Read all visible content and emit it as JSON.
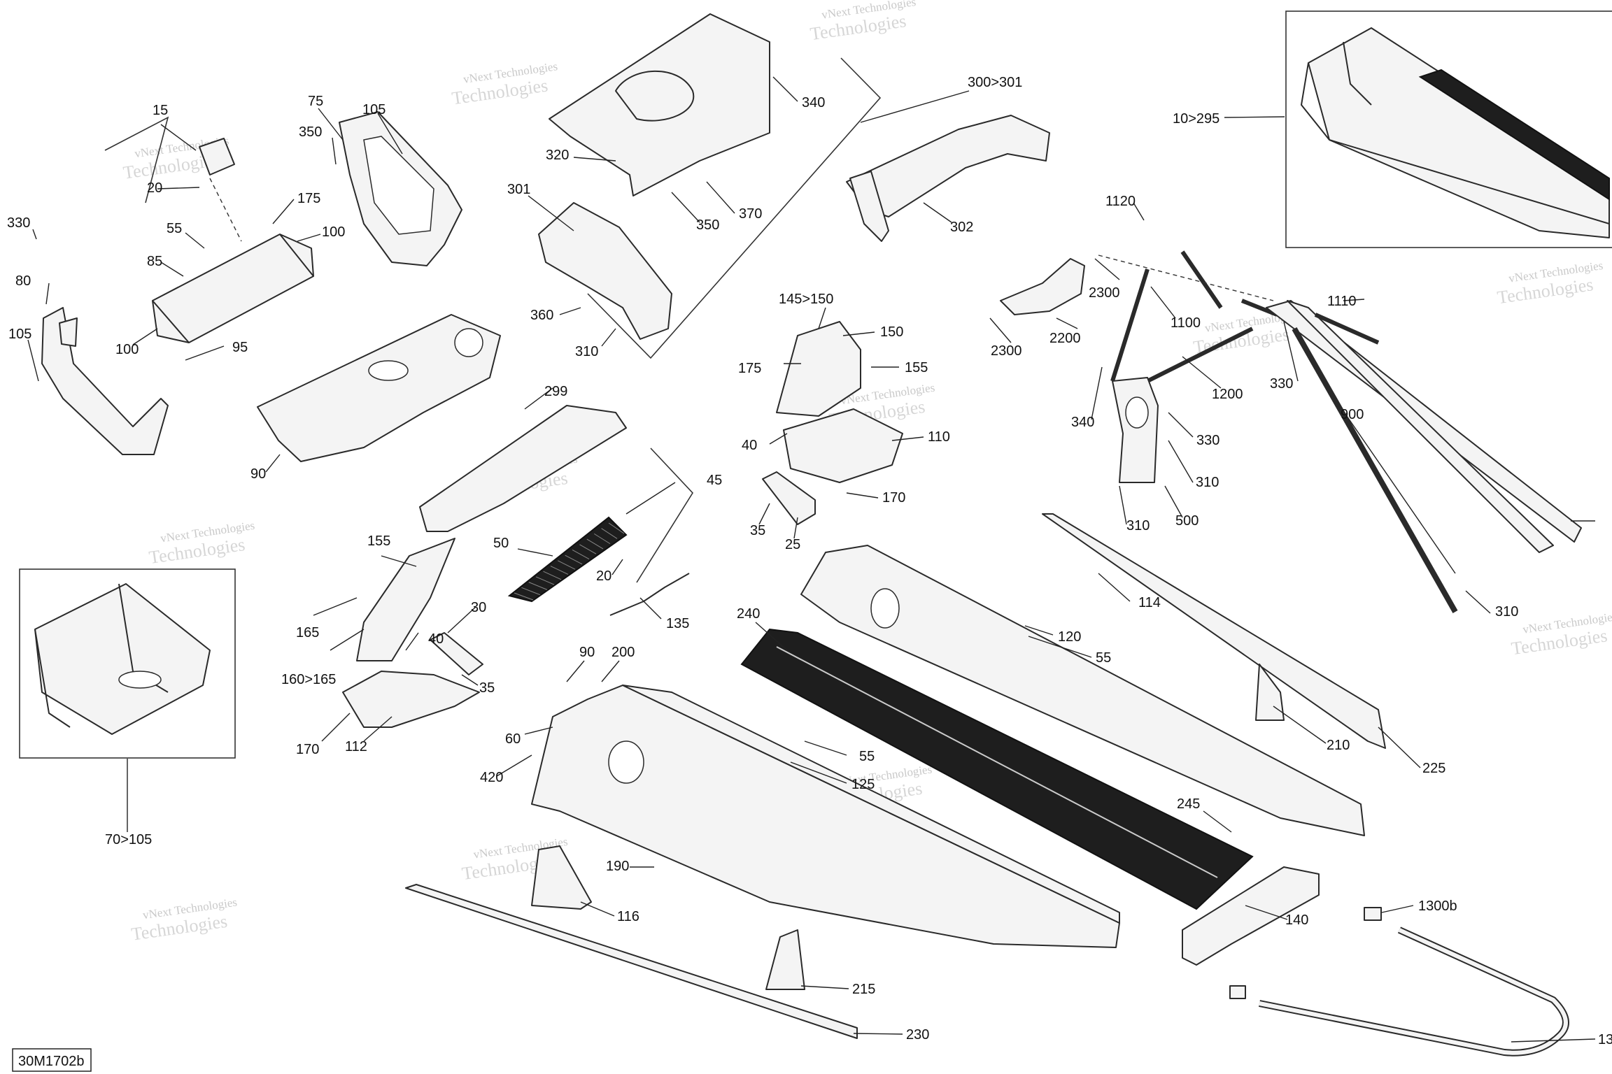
{
  "diagram_code": "30M1702b",
  "watermark": {
    "line1": "vNext Technologies",
    "line2": "Technologies"
  },
  "callouts": [
    "15",
    "20",
    "55",
    "85",
    "100",
    "100",
    "95",
    "330",
    "80",
    "105",
    "75",
    "105",
    "350",
    "175",
    "90",
    "320",
    "301",
    "360",
    "310",
    "340",
    "350",
    "370",
    "300>301",
    "302",
    "10>295",
    "1120",
    "2300",
    "2200",
    "2300",
    "1100",
    "1110",
    "1200",
    "330",
    "340",
    "330",
    "310",
    "310",
    "500",
    "900",
    "310",
    "145>150",
    "150",
    "175",
    "155",
    "40",
    "110",
    "170",
    "35",
    "25",
    "299",
    "45",
    "50",
    "20",
    "135",
    "155",
    "165",
    "40",
    "30",
    "160>165",
    "35",
    "170",
    "112",
    "70>105",
    "90",
    "200",
    "60",
    "420",
    "55",
    "125",
    "190",
    "116",
    "240",
    "114",
    "120",
    "55",
    "210",
    "225",
    "245",
    "140",
    "1300b",
    "215",
    "230",
    "13"
  ]
}
